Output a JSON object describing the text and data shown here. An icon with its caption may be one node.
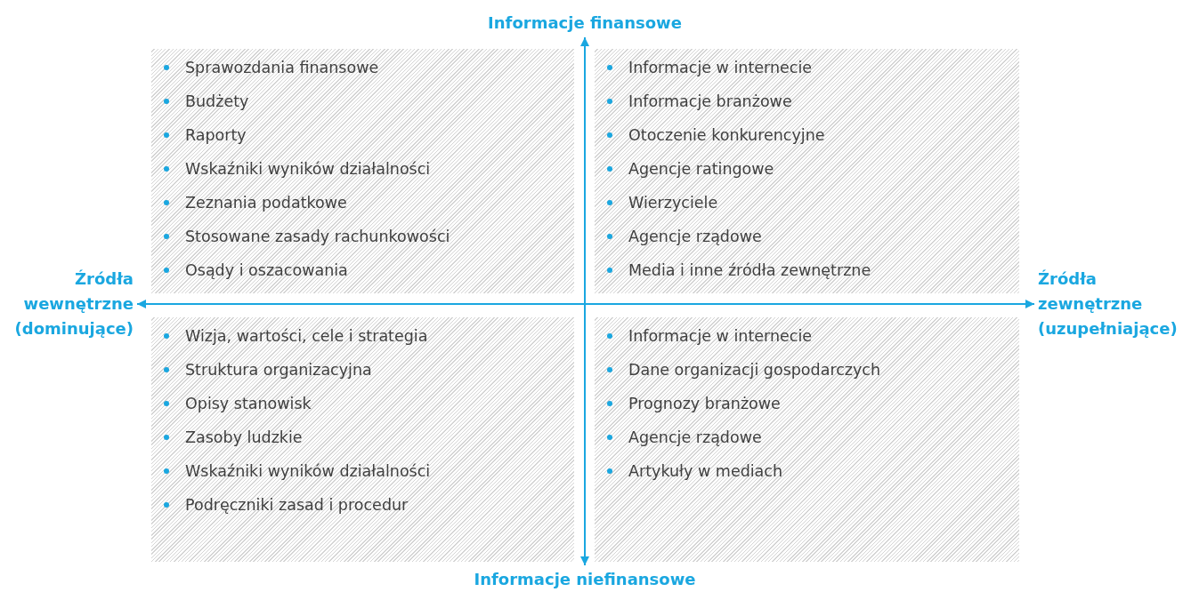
{
  "diagram": {
    "nodes": [
      {
        "text": [
          "Informacje finansowe"
        ]
      },
      {
        "text": [
          "Sprawozdania finansowe",
          "Budżety",
          "Raporty",
          "Wskaźniki wyników działalności",
          "Zeznania podatkowe",
          "Stosowane zasady rachunkowości",
          "Osądy i oszacowania"
        ]
      },
      {
        "text": [
          "Informacje w internecie",
          "Informacje branżowe",
          "Otoczenie konkurencyjne",
          "Agencje ratingowe",
          "Wierzyciele",
          "Agencje rządowe",
          "Media i inne źródła zewnętrzne"
        ]
      },
      {
        "text": [
          "Źródła wewnętrzne (dominujące)"
        ]
      },
      {
        "text": [
          "Źródła zewnętrzne (uzupełniające)"
        ]
      },
      {
        "text": [
          "Wizja, wartości, cele i strategia",
          "Struktura organizacyjna",
          "Opisy stanowisk",
          "Zasoby ludzkie",
          "Wskaźniki wyników działalności",
          "Podręczniki zasad i procedur"
        ]
      },
      {
        "text": [
          "Informacje w internecie",
          "Dane organizacji gospodarczych",
          "Prognozy branżowe",
          "Agencje rządowe",
          "Artykuły w mediach"
        ]
      },
      {
        "text": [
          "Informacje niefinansowe"
        ]
      }
    ],
    "edges": [
      {
        "from": 0,
        "to": 7,
        "arrow": "both"
      },
      {
        "from": 3,
        "to": 4,
        "arrow": "both"
      }
    ]
  }
}
